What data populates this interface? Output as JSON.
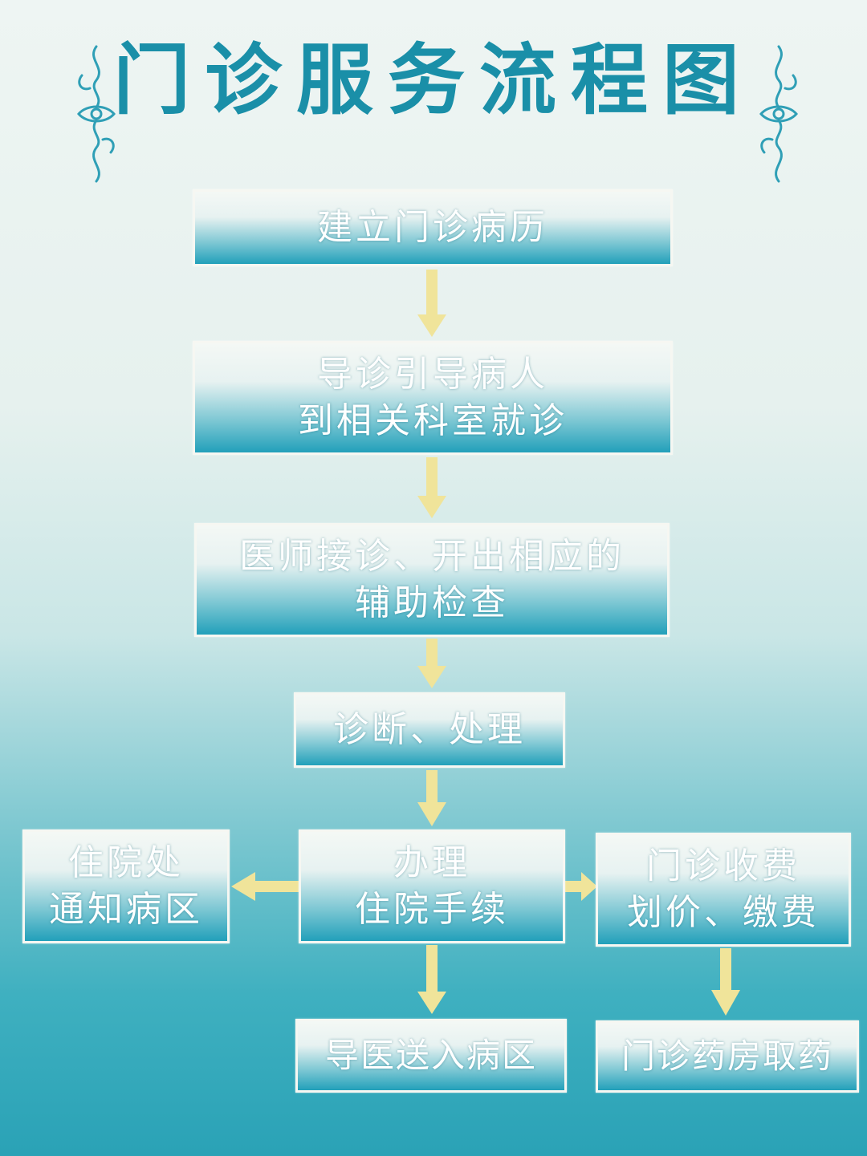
{
  "title": "门诊服务流程图",
  "colors": {
    "title": "#1a8fa8",
    "arrow": "#f0e49a",
    "box_border": "#f6f7f2",
    "box_bottom": "#22a0ba"
  },
  "nodes": {
    "record": {
      "lines": [
        "建立门诊病历"
      ]
    },
    "guide": {
      "lines": [
        "导诊引导病人",
        "到相关科室就诊"
      ]
    },
    "doctor": {
      "lines": [
        "医师接诊、开出相应的",
        "辅助检查"
      ]
    },
    "diagnosis": {
      "lines": [
        "诊断、处理"
      ]
    },
    "admission": {
      "lines": [
        "办理",
        "住院手续"
      ]
    },
    "inpatient_office": {
      "lines": [
        "住院处",
        "通知病区"
      ]
    },
    "billing": {
      "lines": [
        "门诊收费",
        "划价、缴费"
      ]
    },
    "escort": {
      "lines": [
        "导医送入病区"
      ]
    },
    "pharmacy": {
      "lines": [
        "门诊药房取药"
      ]
    }
  }
}
